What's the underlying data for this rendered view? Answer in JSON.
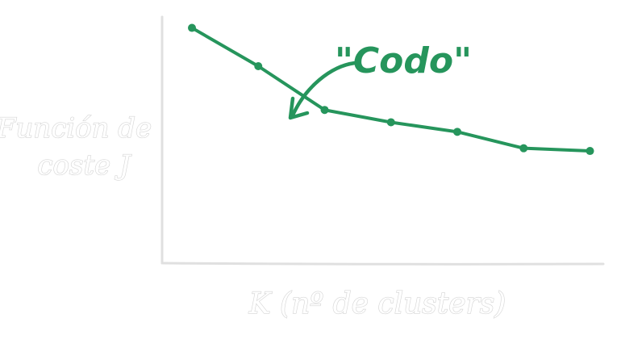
{
  "chart_data": {
    "type": "line",
    "title": "",
    "xlabel": "K (nº de clusters)",
    "ylabel": [
      "Función de",
      "coste J"
    ],
    "x": [
      1,
      2,
      3,
      4,
      5,
      6,
      7
    ],
    "y": [
      8.6,
      7.2,
      5.6,
      5.15,
      4.8,
      4.2,
      4.1
    ],
    "xlim": [
      0.55,
      7.2
    ],
    "ylim": [
      0,
      9
    ],
    "grid": false,
    "legend": false,
    "line_color": "#26955c",
    "axis_color": "#e0e0e0",
    "annotation": {
      "text": "\"Codo\"",
      "points_to_x": 3
    }
  }
}
